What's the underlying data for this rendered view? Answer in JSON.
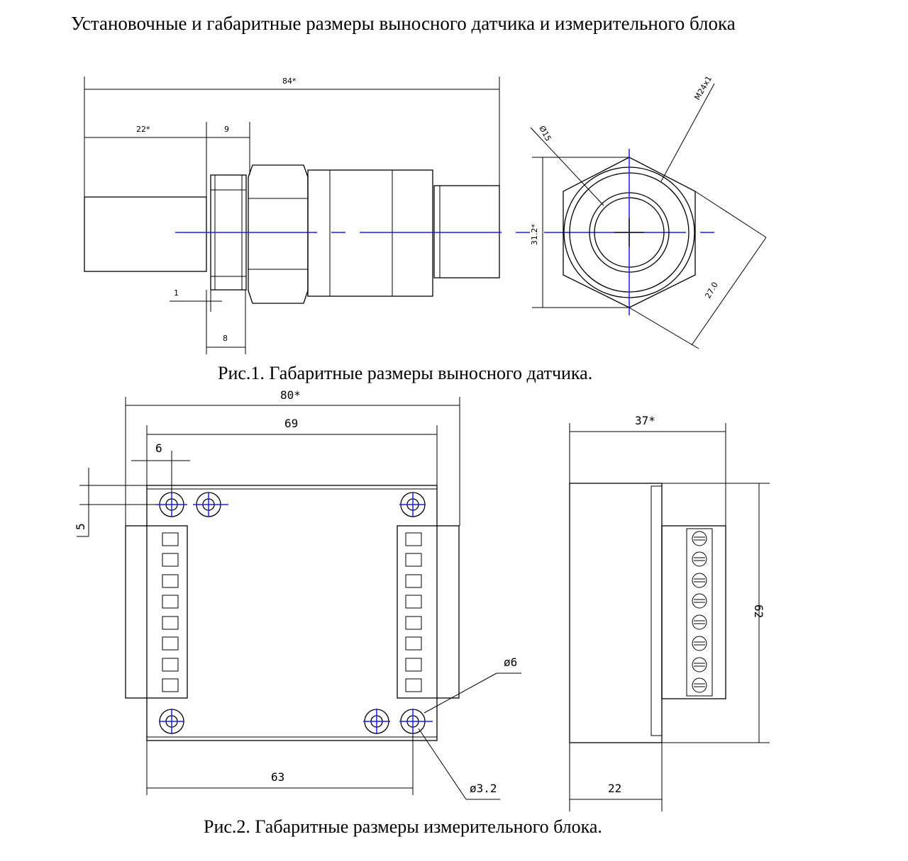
{
  "page": {
    "heading": "Установочные и габаритные размеры выносного датчика и измерительного блока",
    "caption1": "Рис.1. Габаритные размеры выносного датчика.",
    "caption2": "Рис.2. Габаритные размеры измерительного блока."
  },
  "fig1": {
    "dim_length_total": "84*",
    "dim_length_body": "22*",
    "dim_nut": "9",
    "dim_thread_gap": "1",
    "dim_thread": "8",
    "dim_height": "31.2*",
    "dim_inner_dia": "Ø15",
    "dim_thread_spec": "M24x1",
    "dim_hex": "27.0"
  },
  "fig2": {
    "dim_width_total": "80*",
    "dim_holes_span": "69",
    "dim_offset_6": "6",
    "dim_offset_5": "5",
    "dim_bottom_span": "63",
    "dim_hole_large": "ø6",
    "dim_hole_small": "ø3.2",
    "dim_depth": "37*",
    "dim_height": "62",
    "dim_base": "22"
  },
  "colors": {
    "axis": "#1a1aff",
    "lines": "#000000"
  }
}
